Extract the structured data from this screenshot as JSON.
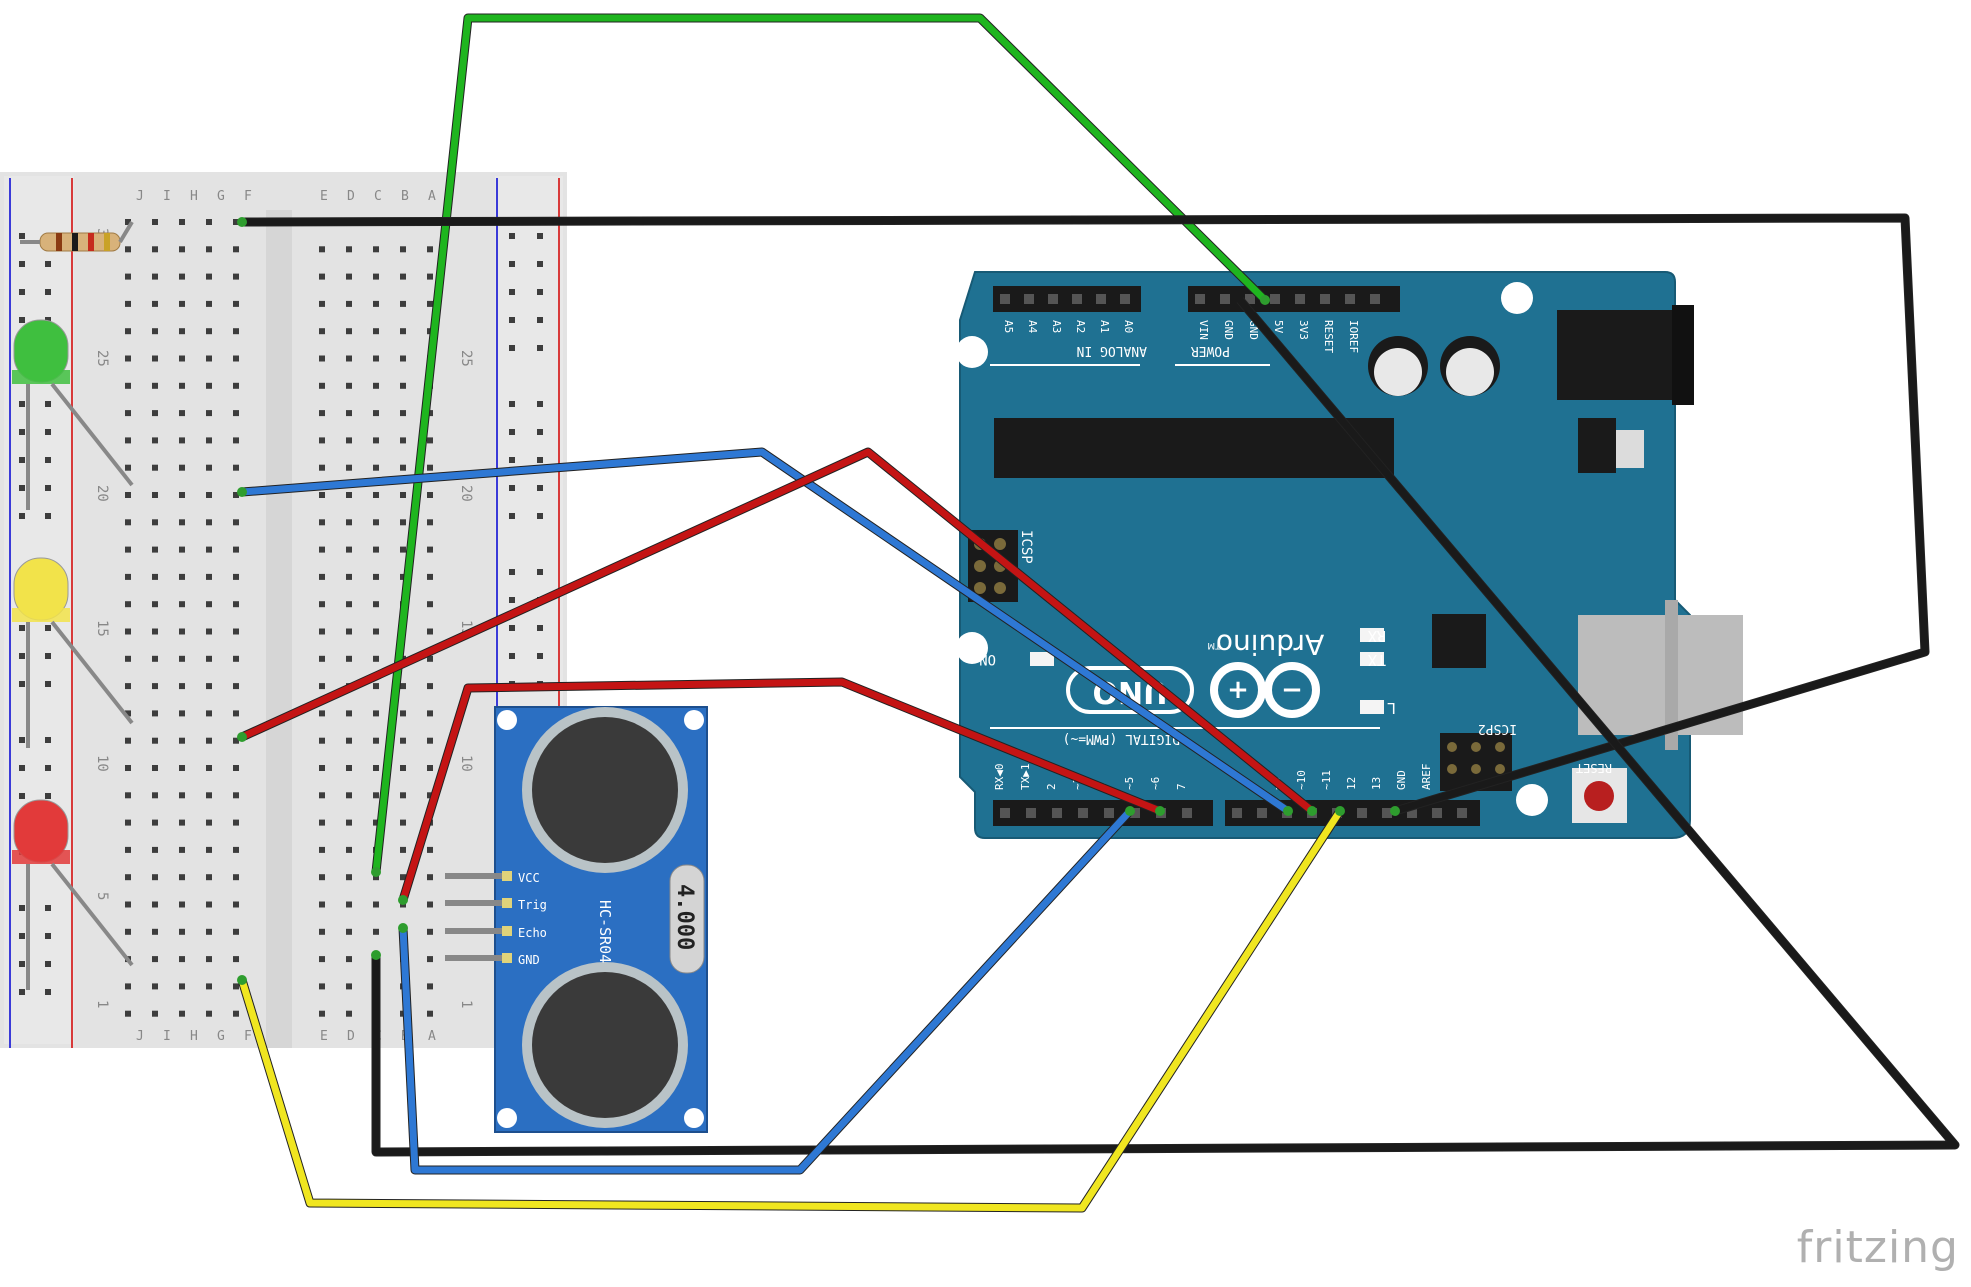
{
  "breadboard": {
    "columns_left": [
      "J",
      "I",
      "H",
      "G",
      "F"
    ],
    "columns_right": [
      "E",
      "D",
      "C",
      "B",
      "A"
    ],
    "row_numbers": [
      "30",
      "25",
      "20",
      "15",
      "10",
      "5",
      "1"
    ]
  },
  "arduino": {
    "analog_pins": [
      "A5",
      "A4",
      "A3",
      "A2",
      "A1",
      "A0"
    ],
    "analog_header": "ANALOG IN",
    "power_pins": [
      "VIN",
      "GND",
      "GND",
      "5V",
      "3V3",
      "RESET",
      "IOREF"
    ],
    "power_header": "POWER",
    "digital_pins_a": [
      "7",
      "~6",
      "~5",
      "4",
      "~3",
      "2",
      "TX▶1",
      "RX◀0"
    ],
    "digital_pins_b": [
      "AREF",
      "GND",
      "13",
      "12",
      "~11",
      "~10",
      "~9",
      "8"
    ],
    "digital_header": "DIGITAL (PWM=~)",
    "icsp_label": "ICSP",
    "icsp2_label": "ICSP2",
    "brand": "Arduino",
    "trademark": "TM",
    "model": "UNO",
    "led_rx": "RX",
    "led_tx": "TX",
    "led_l": "L",
    "led_on": "ON",
    "reset_label": "RESET"
  },
  "sensor": {
    "model": "HC-SR04",
    "crystal": "4.000",
    "pins": [
      "VCC",
      "Trig",
      "Echo",
      "GND"
    ]
  },
  "leds": [
    {
      "name": "green-led",
      "color": "#3fbf3f"
    },
    {
      "name": "yellow-led",
      "color": "#f2e34a"
    },
    {
      "name": "red-led",
      "color": "#e23a3a"
    }
  ],
  "wires": {
    "green": "#1fb51f",
    "black": "#1a1a1a",
    "blue": "#2e78d4",
    "red": "#c41414",
    "yellow": "#f0e620"
  },
  "logo": "fritzing"
}
